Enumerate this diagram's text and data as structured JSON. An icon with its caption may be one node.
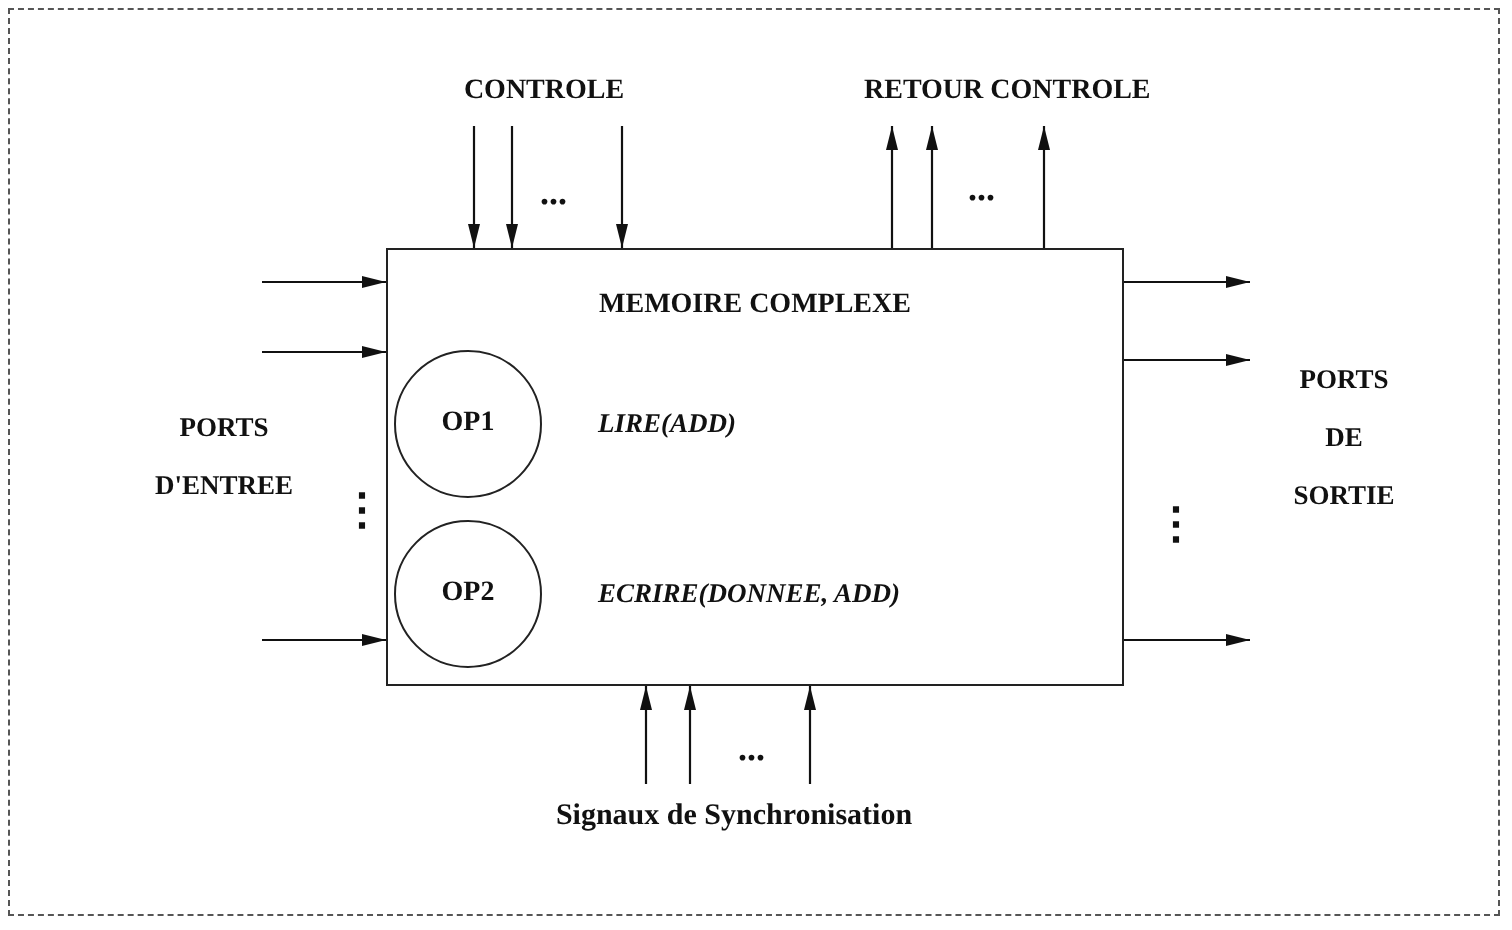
{
  "diagram": {
    "nodes": [
      {
        "text": [
          "MEMOIRE COMPLEXE"
        ]
      },
      {
        "text": [
          "OP1"
        ],
        "in": 0,
        "beside": [
          "LIRE(ADD)"
        ]
      },
      {
        "text": [
          "OP2"
        ],
        "in": 0,
        "beside": [
          "ECRIRE(DONNEE, ADD)"
        ]
      },
      {
        "text": [
          "CONTROLE"
        ]
      },
      {
        "text": [
          "RETOUR CONTROLE"
        ]
      },
      {
        "text": [
          "Signaux de Synchronisation"
        ]
      }
    ],
    "edges": [
      {
        "from": 3,
        "to": 0,
        "arrow": "to"
      },
      {
        "from": 3,
        "to": 0,
        "arrow": "to"
      },
      {
        "from": 3,
        "to": 0,
        "arrow": "to"
      },
      {
        "from": 0,
        "to": 4,
        "arrow": "to"
      },
      {
        "from": 0,
        "to": 4,
        "arrow": "to"
      },
      {
        "from": 0,
        "to": 4,
        "arrow": "to"
      },
      {
        "from": null,
        "to": 0,
        "arrow": "to"
      },
      {
        "from": null,
        "to": 0,
        "arrow": "to"
      },
      {
        "from": null,
        "to": 0,
        "arrow": "to"
      },
      {
        "from": 0,
        "to": null,
        "arrow": "to"
      },
      {
        "from": 0,
        "to": null,
        "arrow": "to"
      },
      {
        "from": 0,
        "to": null,
        "arrow": "to"
      },
      {
        "from": 5,
        "to": 0,
        "arrow": "to"
      },
      {
        "from": 5,
        "to": 0,
        "arrow": "to"
      },
      {
        "from": 5,
        "to": 0,
        "arrow": "to"
      }
    ],
    "labels": [
      "...",
      "...",
      "PORTS D'ENTREE",
      "PORTS DE SORTIE",
      "⋮",
      "⋮",
      "..."
    ]
  }
}
